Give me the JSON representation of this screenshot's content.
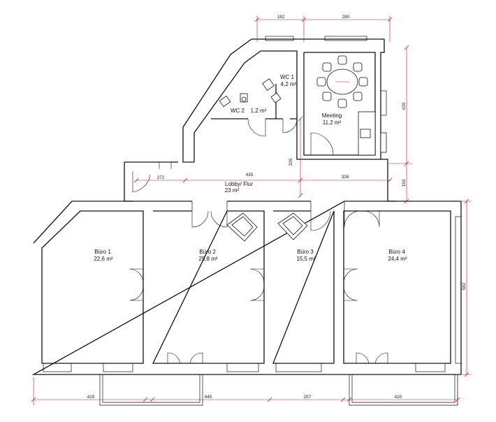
{
  "colors": {
    "walls": "#111111",
    "dimensions": "#c8102e",
    "background": "#ffffff"
  },
  "rooms": [
    {
      "id": "wc1",
      "name": "WC 1",
      "area": "4,2 m²"
    },
    {
      "id": "wc2",
      "name": "WC 2",
      "area": "1,2 m²"
    },
    {
      "id": "meeting",
      "name": "Meeting",
      "area": "11,2 m²"
    },
    {
      "id": "lobby",
      "name": "Lobby/ Flur",
      "area": "23 m²"
    },
    {
      "id": "buero1",
      "name": "Büro 1",
      "area": "22,6 m²"
    },
    {
      "id": "buero2",
      "name": "Büro 2",
      "area": "25,8 m²"
    },
    {
      "id": "buero3",
      "name": "Büro 3",
      "area": "15,5 m²"
    },
    {
      "id": "buero4",
      "name": "Büro 4",
      "area": "24,4 m²"
    }
  ],
  "dimensions": {
    "top_182": "182",
    "top_280": "280",
    "right_420": "420",
    "right_150": "150",
    "right_582": "582",
    "lobby_272": "272",
    "lobby_435": "435",
    "lobby_328": "328",
    "lobby_326": "326",
    "bottom_415": "415",
    "bottom_445": "445",
    "bottom_257": "257",
    "bottom_420": "420"
  }
}
